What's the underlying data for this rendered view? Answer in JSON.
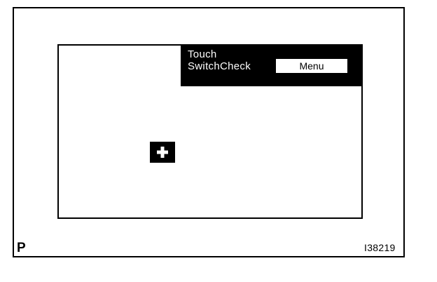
{
  "panel": {
    "title_line1": "Touch",
    "title_line2": "SwitchCheck",
    "menu_label": "Menu"
  },
  "figure": {
    "corner_label": "P",
    "code": "I38219"
  },
  "icons": {
    "target": "plus-crosshair-icon"
  },
  "colors": {
    "panel_bg": "#000000",
    "panel_text": "#ffffff",
    "background": "#ffffff"
  }
}
